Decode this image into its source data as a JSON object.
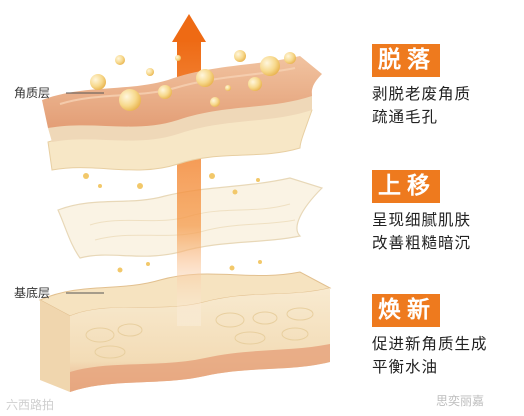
{
  "diagram": {
    "layer_labels": {
      "top": "角质层",
      "bottom": "基底层"
    },
    "steps": [
      {
        "title": "脱落",
        "desc": "剥脱老废角质\n疏通毛孔"
      },
      {
        "title": "上移",
        "desc": "呈现细腻肌肤\n改善粗糙暗沉"
      },
      {
        "title": "焕新",
        "desc": "促进新角质生成\n平衡水油"
      }
    ],
    "colors": {
      "accent": "#ee7a1e",
      "skin_top": "#e9b08a",
      "cream": "#f6e6c4",
      "bubble": "#f6d27a"
    }
  },
  "watermarks": {
    "left": "六西路拍",
    "right": "思奕丽嘉"
  }
}
